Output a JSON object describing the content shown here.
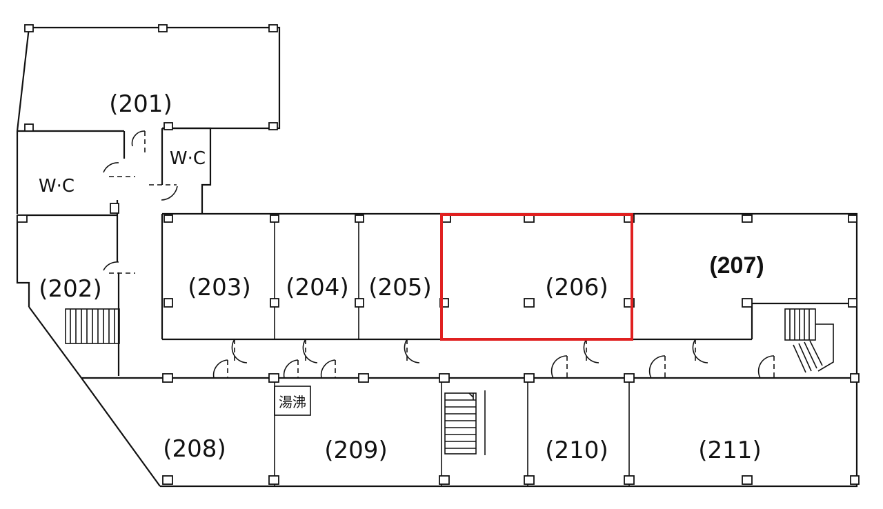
{
  "rooms": {
    "r201": "(201)",
    "r202": "(202)",
    "r203": "(203)",
    "r204": "(204)",
    "r205": "(205)",
    "r206": "(206)",
    "r207": "(207)",
    "r208": "(208)",
    "r209": "(209)",
    "r210": "(210)",
    "r211": "(211)",
    "wc_left": "W·C",
    "wc_right": "W·C",
    "kitchenette": "湯沸"
  },
  "highlight": {
    "room": "(206)",
    "color": "#e02020"
  }
}
